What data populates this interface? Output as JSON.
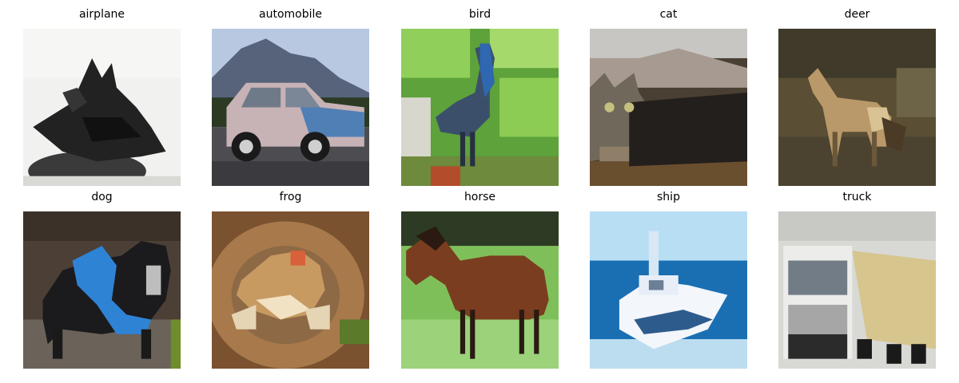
{
  "figure": {
    "panels": [
      {
        "label": "airplane",
        "image": "airplane-image"
      },
      {
        "label": "automobile",
        "image": "automobile-image"
      },
      {
        "label": "bird",
        "image": "bird-image"
      },
      {
        "label": "cat",
        "image": "cat-image"
      },
      {
        "label": "deer",
        "image": "deer-image"
      },
      {
        "label": "dog",
        "image": "dog-image"
      },
      {
        "label": "frog",
        "image": "frog-image"
      },
      {
        "label": "horse",
        "image": "horse-image"
      },
      {
        "label": "ship",
        "image": "ship-image"
      },
      {
        "label": "truck",
        "image": "truck-image"
      }
    ]
  }
}
